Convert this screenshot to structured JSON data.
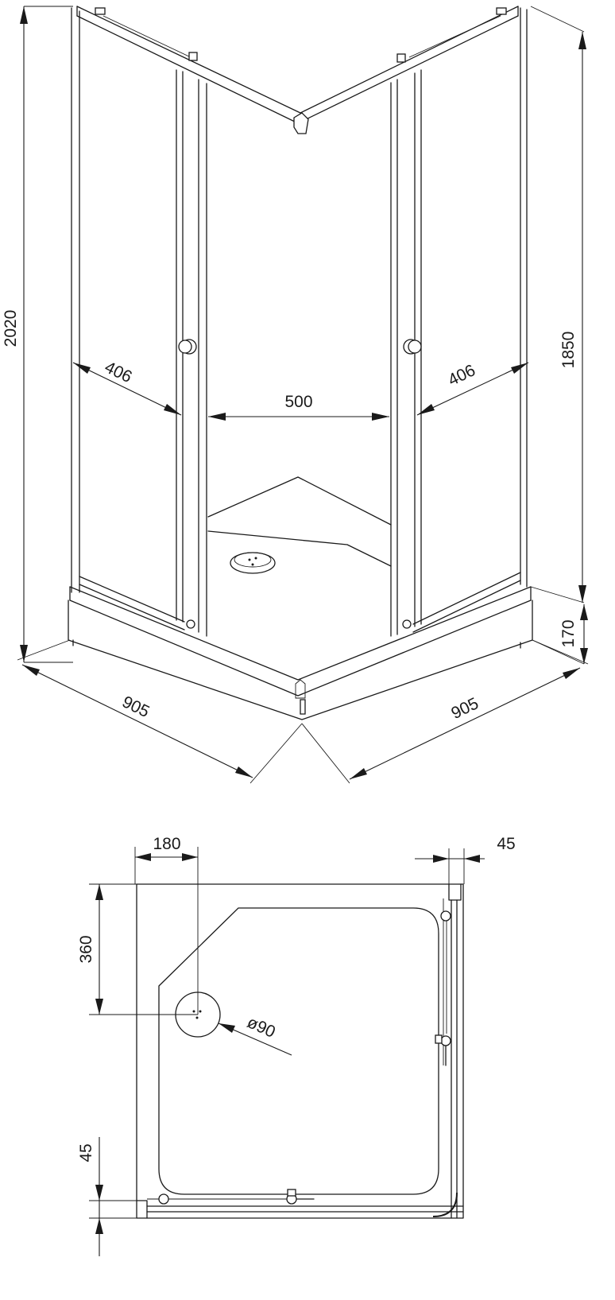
{
  "iso_view": {
    "height_total": "2020",
    "door_height": "1850",
    "tray_height": "170",
    "left_panel_width": "406",
    "right_panel_width": "406",
    "door_opening": "500",
    "left_depth": "905",
    "right_depth": "905"
  },
  "plan_view": {
    "drain_offset_x": "180",
    "drain_offset_y": "360",
    "drain_diameter": "ø90",
    "frame_side": "45",
    "frame_bottom": "45"
  },
  "colors": {
    "line": "#1a1a1a",
    "background": "#ffffff"
  }
}
